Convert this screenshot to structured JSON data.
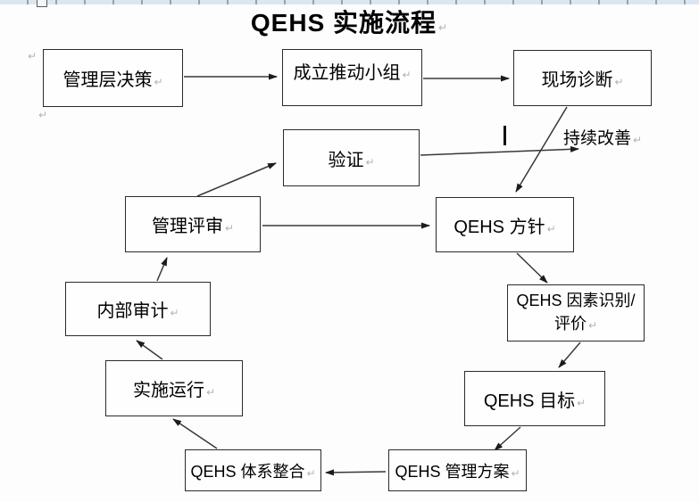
{
  "title": "QEHS 实施流程",
  "marks": {
    "return": "↵"
  },
  "annotations": {
    "continuous_improvement": "持续改善"
  },
  "nodes": [
    {
      "id": "management-decision",
      "label": "管理层决策"
    },
    {
      "id": "setup-promotion-team",
      "label": "成立推动小组"
    },
    {
      "id": "site-diagnosis",
      "label": "现场诊断"
    },
    {
      "id": "verification",
      "label": "验证"
    },
    {
      "id": "management-review",
      "label": "管理评审"
    },
    {
      "id": "qehs-policy",
      "label": "QEHS 方针"
    },
    {
      "id": "qehs-factor-identification",
      "label": "QEHS 因素识别/",
      "label2": "评价"
    },
    {
      "id": "internal-audit",
      "label": "内部审计"
    },
    {
      "id": "qehs-objectives",
      "label": "QEHS 目标"
    },
    {
      "id": "implementation-operation",
      "label": "实施运行"
    },
    {
      "id": "qehs-system-integration",
      "label": "QEHS 体系整合"
    },
    {
      "id": "qehs-management-program",
      "label": "QEHS 管理方案"
    }
  ],
  "edges": [
    [
      206,
      86,
      310,
      86
    ],
    [
      474,
      88,
      570,
      88
    ],
    [
      635,
      120,
      578,
      215
    ],
    [
      221,
      220,
      309,
      183
    ],
    [
      294,
      253,
      481,
      253
    ],
    [
      471,
      174,
      648,
      167
    ],
    [
      579,
      284,
      613,
      317
    ],
    [
      650,
      384,
      626,
      412
    ],
    [
      583,
      479,
      554,
      505
    ],
    [
      432,
      529,
      365,
      530
    ],
    [
      243,
      503,
      194,
      470
    ],
    [
      182,
      403,
      153,
      382
    ],
    [
      176,
      315,
      187,
      289
    ]
  ],
  "colors": {
    "background": "#fdfdfd",
    "box_border": "#2b2b2b",
    "arrow": "#383838",
    "ruler_bg": "#dce6f0",
    "paragraph_mark": "#b3b3b3"
  }
}
